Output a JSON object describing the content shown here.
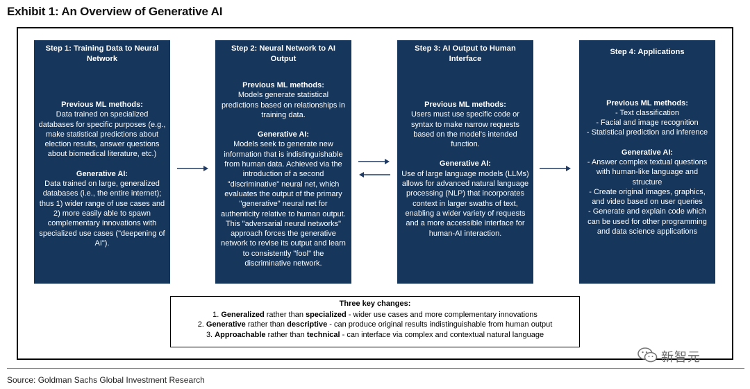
{
  "exhibit_title": "Exhibit 1: An Overview of Generative AI",
  "steps": [
    {
      "title": "Step 1: Training Data to Neural Network",
      "prev_head": "Previous ML methods:",
      "prev_text": "Data trained on specialized databases for specific purposes (e.g., make statistical predictions about election results, answer questions about biomedical literature, etc.)",
      "gen_head": "Generative AI:",
      "gen_text": "Data trained on large, generalized databases (i.e., the entire internet); thus 1) wider range of use cases and 2) more easily able to spawn complementary innovations with specialized use cases (\"deepening of AI\")."
    },
    {
      "title": "Step 2: Neural Network to AI Output",
      "prev_head": "Previous ML methods:",
      "prev_text": "Models generate statistical predictions based on relationships in training data.",
      "gen_head": "Generative AI:",
      "gen_text": "Models seek to generate new information that is indistinguishable from human data. Achieved via the introduction of a second \"discriminative\" neural net, which evaluates the output of the primary \"generative\" neural net for authenticity relative to human output. This \"adversarial neural networks\" approach forces the generative network to revise its output and learn to consistently \"fool\" the discriminative network."
    },
    {
      "title": "Step 3: AI Output to Human Interface",
      "prev_head": "Previous ML methods:",
      "prev_text": "Users must use specific code or syntax to make narrow requests based on the model's intended function.",
      "gen_head": "Generative AI:",
      "gen_text": "Use of large language models (LLMs) allows for advanced natural language processing (NLP) that incorporates context in larger swaths of text, enabling a wider variety of requests and a more accessible interface for human-AI interaction."
    },
    {
      "title": "Step 4: Applications",
      "prev_head": "Previous ML methods:",
      "prev_items": [
        "- Text classification",
        "- Facial and image recognition",
        "- Statistical prediction and inference"
      ],
      "gen_head": "Generative AI:",
      "gen_items": [
        "- Answer complex textual questions with human-like language and structure",
        "- Create original images, graphics, and video based on user queries",
        "- Generate and explain code which can be used for other programming and data science applications"
      ]
    }
  ],
  "changes": {
    "title": "Three key changes:",
    "items": [
      {
        "num": "1. ",
        "bold1": "Generalized",
        "mid": " rather than ",
        "bold2": "specialized",
        "rest": " - wider use cases and more complementary innovations"
      },
      {
        "num": "2. ",
        "bold1": "Generative",
        "mid": " rather than ",
        "bold2": "descriptive",
        "rest": " - can produce original results indistinguishable from human output"
      },
      {
        "num": "3. ",
        "bold1": "Approachable",
        "mid": " rather than ",
        "bold2": "technical",
        "rest": " - can interface via complex and contextual natural language"
      }
    ]
  },
  "source": "Source: Goldman Sachs Global Investment Research",
  "watermark": "新智元",
  "colors": {
    "box": "#16365c",
    "arrow": "#1f3b63"
  }
}
